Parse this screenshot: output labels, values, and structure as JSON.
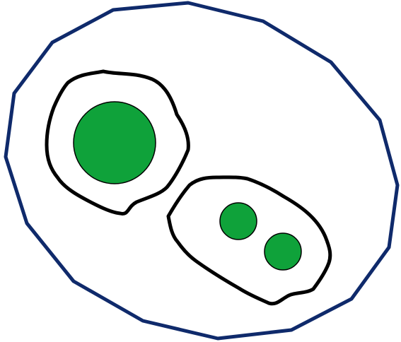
{
  "colors": {
    "background": "#ffffff",
    "outer_outline": "#0f2a6b",
    "region_outline": "#000000",
    "dot_fill": "#0fa23a",
    "dot_stroke": "#000000"
  },
  "diagram": {
    "outer_region": {
      "shape": "irregular-polygon"
    },
    "regions": [
      {
        "id": "left-region",
        "shape": "blob",
        "dot_count": 1,
        "dot_size": "large"
      },
      {
        "id": "right-region",
        "shape": "blob",
        "dot_count": 2,
        "dot_size": "small"
      }
    ]
  }
}
